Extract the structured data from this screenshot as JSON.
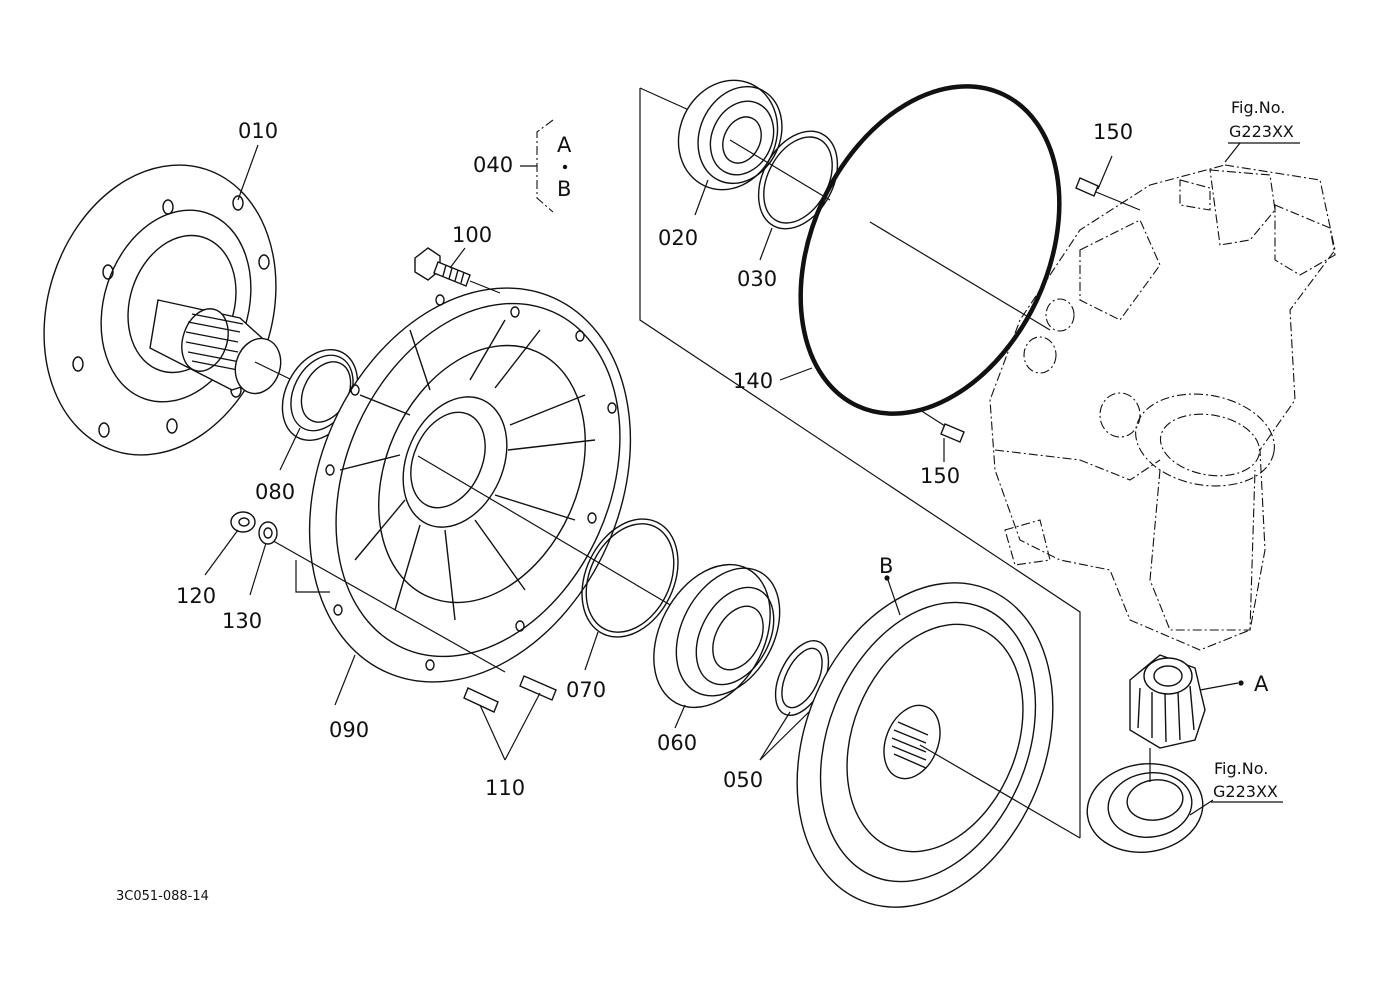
{
  "labels": {
    "p010": "010",
    "p020": "020",
    "p030": "030",
    "p040": "040",
    "p050": "050",
    "p060": "060",
    "p070": "070",
    "p080": "080",
    "p090": "090",
    "p100": "100",
    "p110": "110",
    "p120": "120",
    "p130": "130",
    "p140": "140",
    "p150a": "150",
    "p150b": "150"
  },
  "option_group": {
    "a": "A",
    "b": "B"
  },
  "markers": {
    "a": "A",
    "b": "B"
  },
  "fig_refs": [
    {
      "title": "Fig.No.",
      "code": "G223XX"
    },
    {
      "title": "Fig.No.",
      "code": "G223XX"
    }
  ],
  "drawing_code": "3C051-088-14"
}
